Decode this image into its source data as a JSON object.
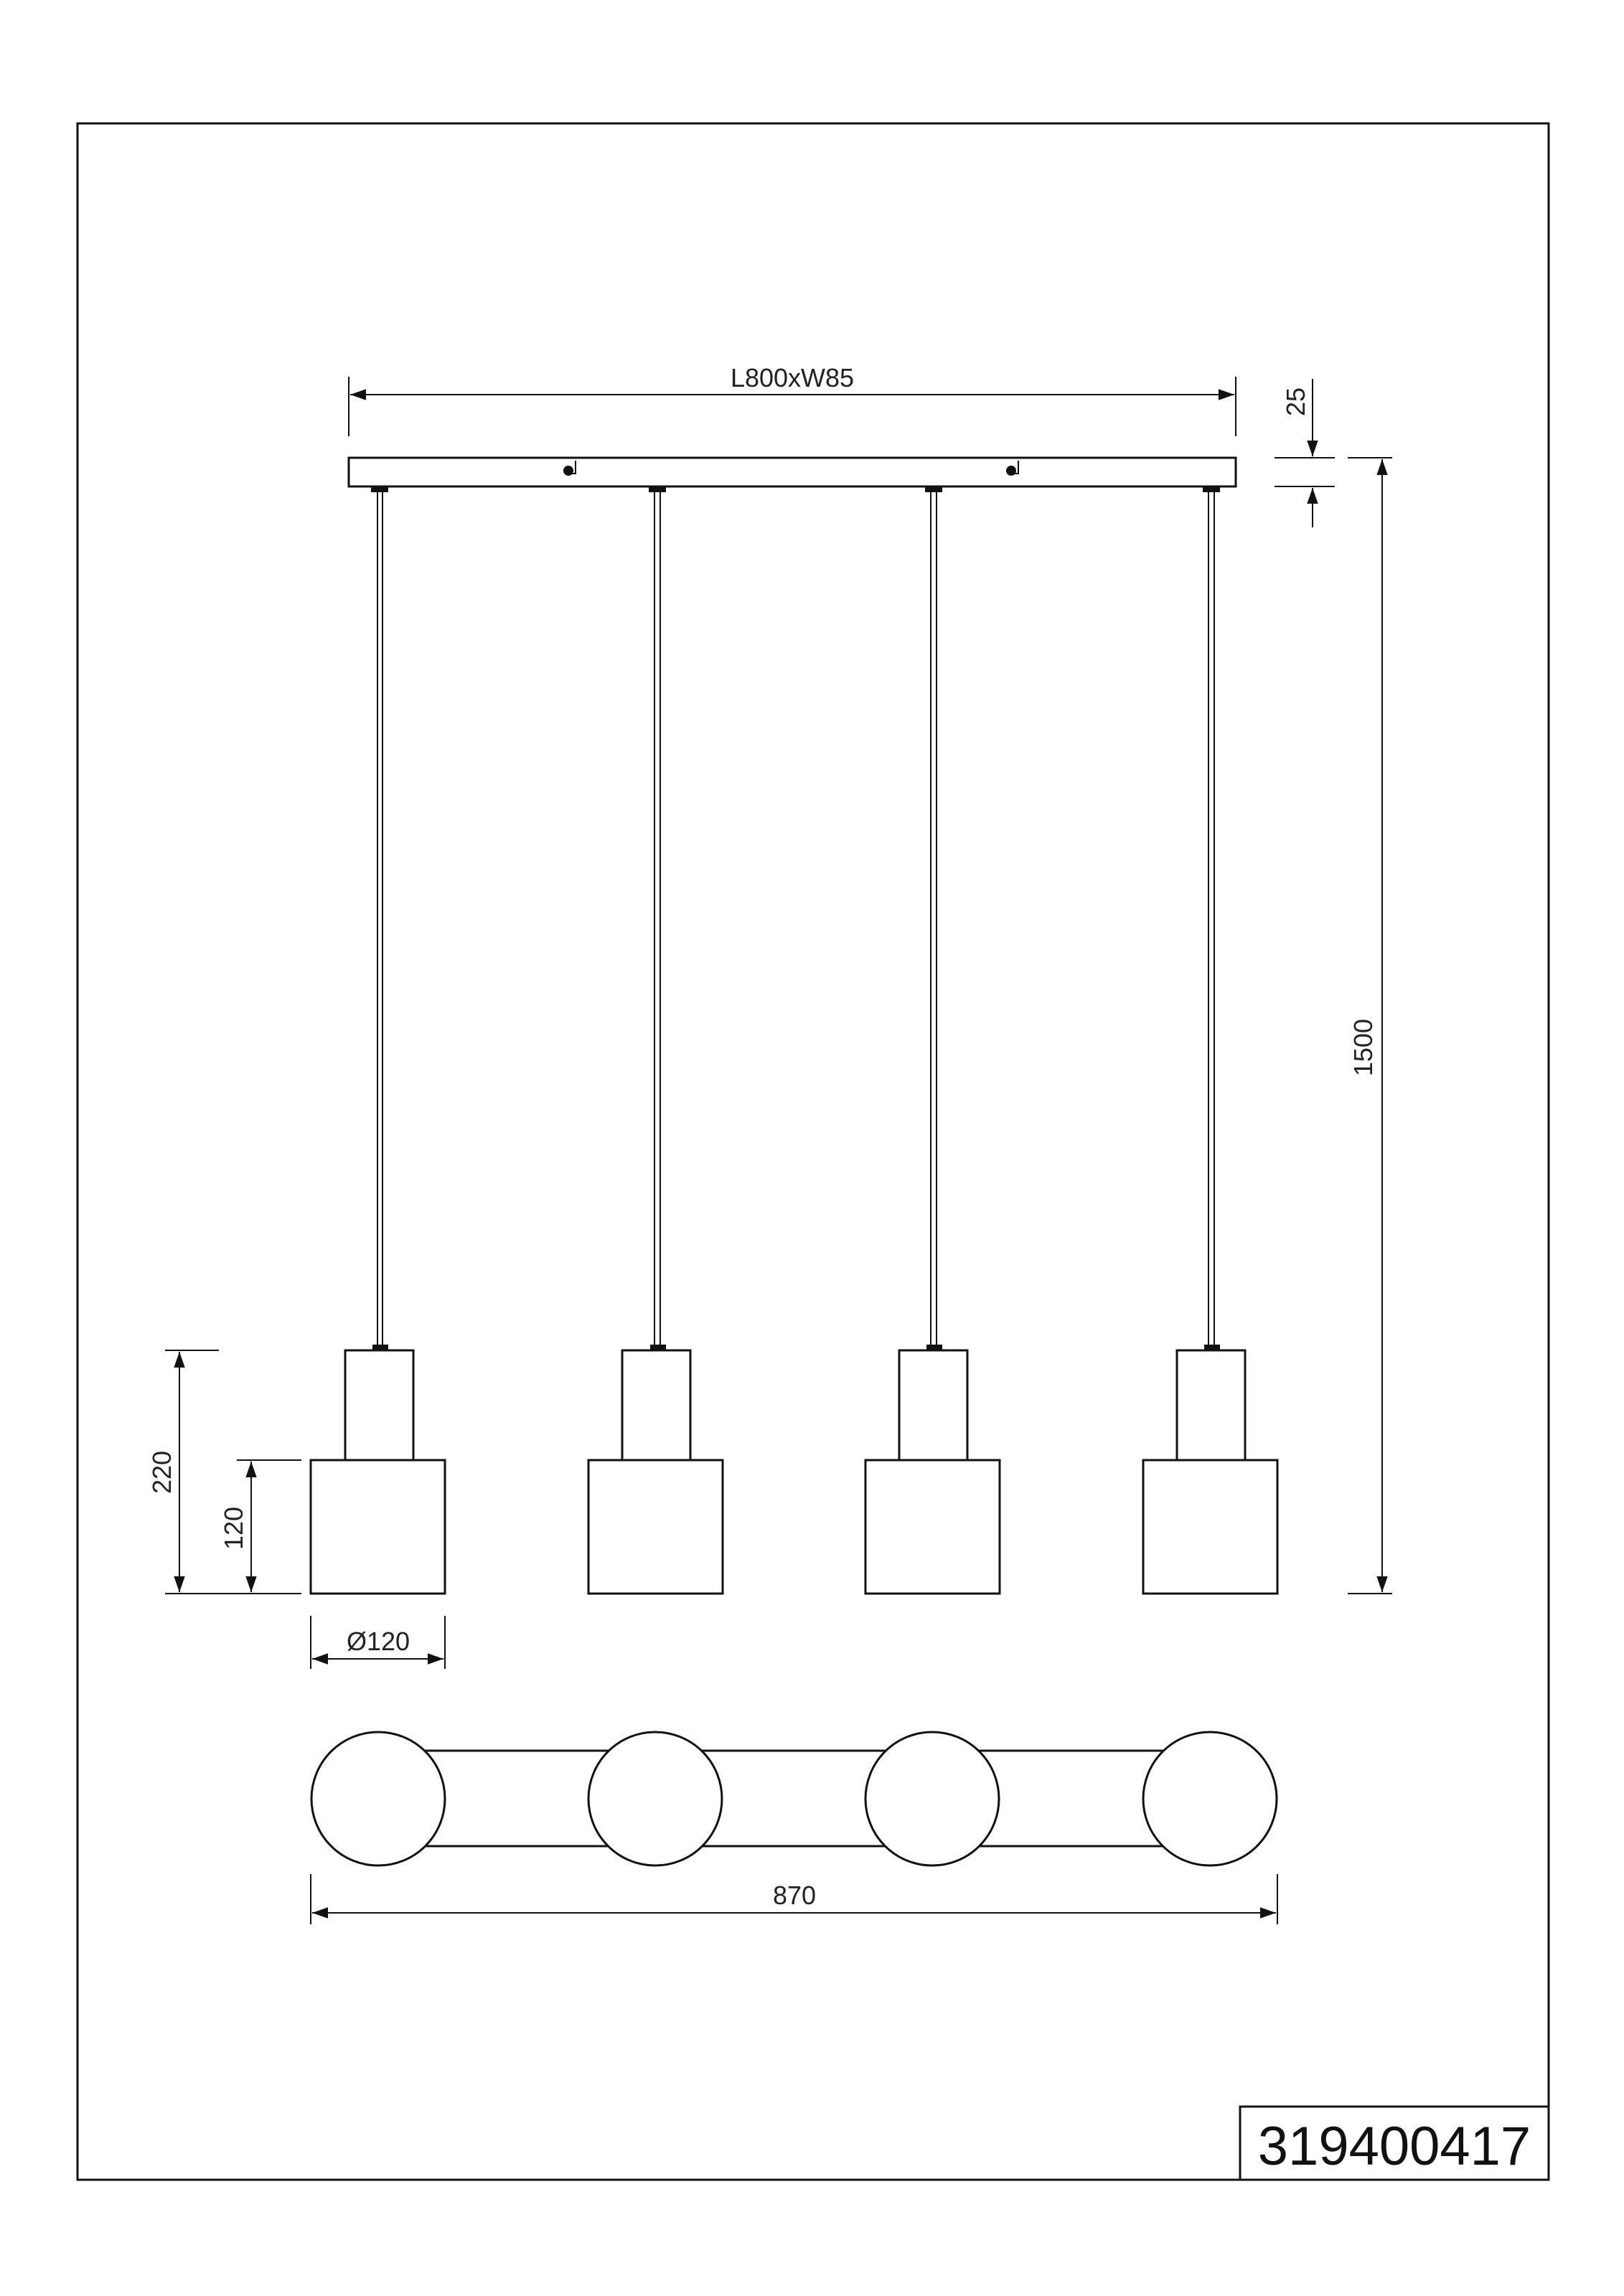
{
  "dimensions": {
    "canopy": "L800xW85",
    "canopy_height": "25",
    "total_height": "1500",
    "shade_total_height": "220",
    "shade_height": "120",
    "shade_diameter": "Ø120",
    "total_length": "870"
  },
  "part_number": "319400417",
  "colors": {
    "line": "#111111",
    "text": "#222222"
  }
}
